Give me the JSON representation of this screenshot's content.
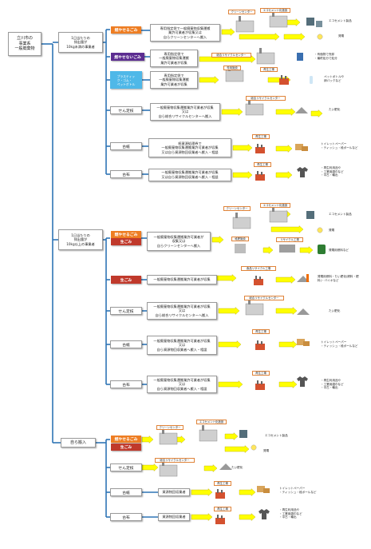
{
  "root_label": "立川市の\n事業系\n一般廃棄物",
  "sections": {
    "small": "1日当たりの\n排出量が\n10kg未満の事業者",
    "large": "1日当たりの\n排出量が\n10kg以上の事業者",
    "self": "自ら搬入"
  },
  "categories": {
    "burnable": "燃やせるごみ",
    "nonburnable": "燃やせないごみ",
    "plastic": "プラスティッ\nク・ゴム・\nペットボトル",
    "cans_bottles": "せん定枝",
    "paper": "古紙",
    "cloth": "古布",
    "garbage": "生ごみ"
  },
  "routes": {
    "s_burn": "専用指定袋で一般廃棄物収集運搬\n業許可業者が収集又は\n自らクリーンセンターへ搬入",
    "s_nonburn": "専用指定袋で\n一般廃棄物収集運搬\n業許可業者が収集",
    "s_plastic": "専用指定袋で\n一般廃棄物収集運搬\n業許可業者が収集",
    "s_branch": "一般廃棄物収集運搬業許可業者が収集\n又は\n自ら総合リサイクルセンターへ搬入",
    "s_paper": "紙資源処理券で\n一般廃棄物収集運搬業許可業者が収集\n又は自ら資源物回収業者へ搬入・相談",
    "s_cloth": "一般廃棄物収集運搬業許可業者が収集\n又は自ら資源物回収業者へ搬入・相談",
    "l_burn": "一般廃棄物収集運搬業許可業者が\n収集又は\n自らクリーンセンターへ搬入",
    "l_garbage": "一般廃棄物収集運搬業許可業者が収集",
    "l_branch": "一般廃棄物収集運搬業許可業者が収集\n又は\n自ら総合リサイクルセンターへ搬入",
    "l_paper": "一般廃棄物収集運搬業許可業者が収集\n又は\n自ら資源物回収業者へ搬入・相談",
    "l_cloth": "一般廃棄物収集運搬業許可業者が収集\n又は\n自ら資源物回収業者へ搬入・相談",
    "self_collector": "資源物回収業者"
  },
  "facilities": {
    "clean_center": "クリーンセンター",
    "eco_cement": "エコセメント化施設",
    "recycle_center": "総合リサイクルセンター",
    "dedicated_facility": "専用施設",
    "recycling_plant": "再生工場",
    "contract_facility": "堆肥施設",
    "recycle_plant2": "リサイクル工場",
    "food_recycle": "食品リサイクル工場"
  },
  "results": {
    "eco_product": "エコセメント製品",
    "power": "発電",
    "nonburn_result": "・有価物で売却\n・最終処分で処分",
    "pet_result": "ペットボトルや\n卵パックなど",
    "chip": "たい肥化",
    "paper_result": "トイレットペーパー\n・ティッシュ・段ボールなど",
    "cloth_result": "・再生利用品や\n・工業用雑巾など\n・中古・輸出",
    "feed": "発電用燃料など",
    "garbage_result": "発電用燃料・たい肥化(飼料・肥\n料)・バイオなど"
  },
  "colors": {
    "orange": "#ee7d22",
    "purple": "#5c2d91",
    "lightblue": "#4fb8e8",
    "red": "#c0392b",
    "arrow": "#ffff00",
    "arrow_edge": "#b8a800",
    "line": "#2e75b6"
  }
}
